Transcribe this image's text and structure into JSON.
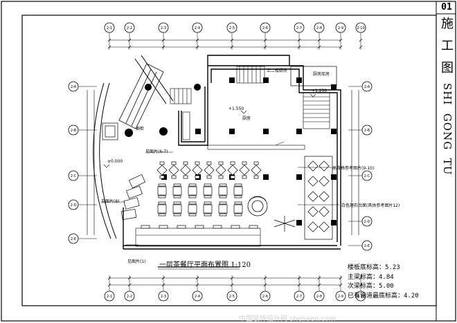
{
  "sheet_number": "01",
  "title_block": {
    "chinese": [
      "施",
      "工",
      "图"
    ],
    "english": "SHI  GONG  TU"
  },
  "plan_title": {
    "name": "一层茶餐厅平面布置图",
    "scale": "1:120"
  },
  "notes": [
    "楼板底标高：5.23",
    "主梁标高：4.84",
    "次梁标高：5.00",
    "已有管道最底标高：4.20"
  ],
  "labels": {
    "ref_6_7": "见图片(6-7)",
    "ref_9_10": "高背椅参考图片(9-10)",
    "ref_12": "白色理石台面(具体参考图片12)",
    "ref_8": "见图片(8)",
    "ref_1": "见图片(1)",
    "kitchen": "厨房",
    "kitchen_level": "+1.550",
    "level_1_250": "+1.250",
    "level_0": "±0.000",
    "storage": "厨房库房",
    "stair_note": "上二楼厨房",
    "window_label": "橱柜"
  },
  "grid_axes": {
    "top": [
      "2-1",
      "2-2",
      "2-3",
      "2-4",
      "2-5",
      "2-6",
      "2-7",
      "2-8",
      "2-9",
      "2-10"
    ],
    "bottom": [
      "2-1",
      "2-2",
      "2-3",
      "2-4",
      "2-5",
      "2-6",
      "2-7",
      "2-8",
      "2-9",
      "2-10"
    ],
    "left": [
      "2-A",
      "2-B",
      "2-C",
      "2-D",
      "2-E"
    ],
    "right": [
      "2-A",
      "2-B",
      "2-C",
      "2-D",
      "2-E"
    ]
  },
  "watermark": "中国装饰设计网 shejiaen.com"
}
